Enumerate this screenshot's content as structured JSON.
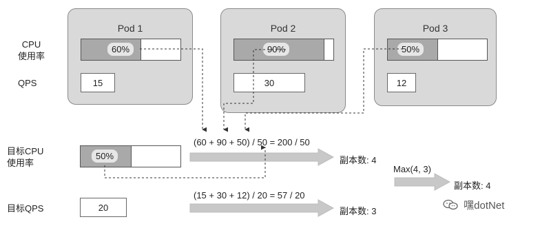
{
  "pods": [
    {
      "title": "Pod 1",
      "cpu_text": "60%",
      "cpu_fraction": 0.6,
      "qps": "15"
    },
    {
      "title": "Pod 2",
      "cpu_text": "90%",
      "cpu_fraction": 0.9,
      "qps": "30"
    },
    {
      "title": "Pod 3",
      "cpu_text": "50%",
      "cpu_fraction": 0.5,
      "qps": "12"
    }
  ],
  "labels": {
    "cpu_line1": "CPU",
    "cpu_line2": "使用率",
    "qps": "QPS",
    "target_cpu_line1": "目标CPU",
    "target_cpu_line2": "使用率",
    "target_qps": "目标QPS"
  },
  "target": {
    "cpu_text": "50%",
    "cpu_fraction": 0.5,
    "qps": "20"
  },
  "formulas": {
    "cpu": "(60 + 90 + 50) / 50 = 200 / 50",
    "qps": "(15 + 30 + 12) / 20 = 57 / 20"
  },
  "results": {
    "cpu_replicas": "副本数:  4",
    "qps_replicas": "副本数:  3",
    "max_expr": "Max(4, 3)",
    "final_replicas": "副本数:  4"
  },
  "watermark": "嘿dotNet",
  "colors": {
    "pod_bg": "#d9d9d9",
    "bar_fill": "#a9a9a9",
    "arrow": "#c8c8c8"
  }
}
